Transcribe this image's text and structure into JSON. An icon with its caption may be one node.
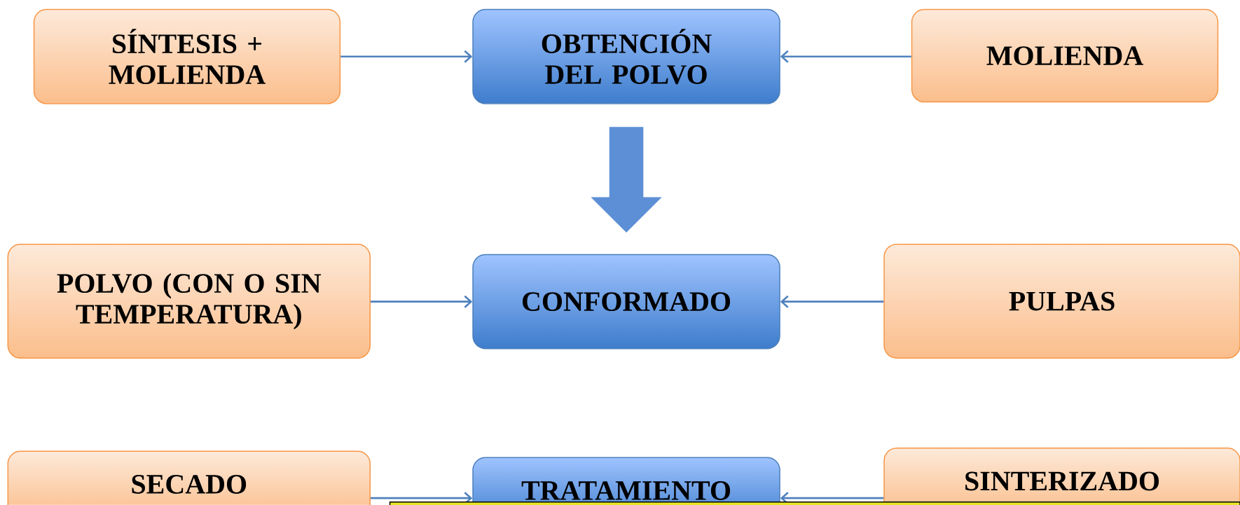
{
  "diagram": {
    "nodes": [
      {
        "text": [
          "SÍNTESIS + MOLIENDA"
        ]
      },
      {
        "text": [
          "OBTENCIÓN DEL POLVO"
        ]
      },
      {
        "text": [
          "MOLIENDA"
        ]
      },
      {
        "text": [
          "POLVO (CON O SIN TEMPERATURA)"
        ]
      },
      {
        "text": [
          "CONFORMADO"
        ]
      },
      {
        "text": [
          "PULPAS"
        ]
      },
      {
        "text": [
          "SECADO"
        ]
      },
      {
        "text": [
          "TRATAMIENTO"
        ]
      },
      {
        "text": [
          "SINTERIZADO"
        ]
      }
    ],
    "edges": [
      {
        "from": 0,
        "to": 1,
        "arrow": "to"
      },
      {
        "from": 2,
        "to": 1,
        "arrow": "to"
      },
      {
        "from": 1,
        "to": 4,
        "arrow": "to",
        "style": "thick"
      },
      {
        "from": 3,
        "to": 4,
        "arrow": "to"
      },
      {
        "from": 5,
        "to": 4,
        "arrow": "to"
      },
      {
        "from": 6,
        "to": 7,
        "arrow": "to"
      },
      {
        "from": 8,
        "to": 7,
        "arrow": "to"
      }
    ]
  }
}
